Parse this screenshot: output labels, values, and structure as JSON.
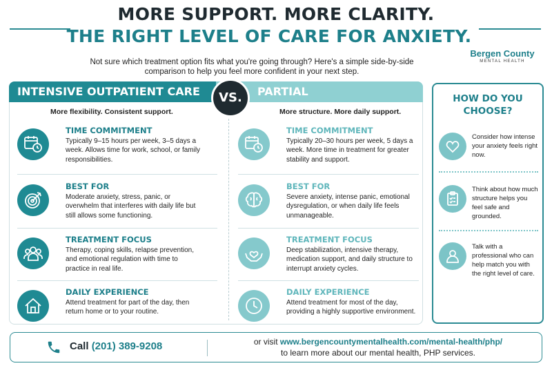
{
  "header": {
    "title_line1": "MORE SUPPORT. MORE CLARITY.",
    "title_line2": "THE RIGHT LEVEL OF CARE FOR ANXIETY.",
    "subtitle": "Not sure which treatment option fits what you're going through? Here's a simple side-by-side comparison to help you feel more confident in your next step."
  },
  "brand": {
    "name": "Bergen County",
    "tagline": "MENTAL HEALTH"
  },
  "comparison": {
    "vs_label": "VS.",
    "left": {
      "title": "INTENSIVE OUTPATIENT CARE",
      "tagline": "More flexibility. Consistent support.",
      "sections": [
        {
          "icon": "calendar-clock-icon",
          "heading": "TIME COMMITMENT",
          "text": "Typically 9–15 hours per week, 3–5 days a week. Allows time for work, school, or family responsibilities."
        },
        {
          "icon": "target-icon",
          "heading": "BEST FOR",
          "text": "Moderate anxiety, stress, panic, or overwhelm that interferes with daily life but still allows some functioning."
        },
        {
          "icon": "group-icon",
          "heading": "TREATMENT FOCUS",
          "text": "Therapy, coping skills, relapse prevention, and emotional regulation with time to practice in real life."
        },
        {
          "icon": "house-icon",
          "heading": "DAILY EXPERIENCE",
          "text": "Attend treatment for part of the day, then return home or to your routine."
        }
      ]
    },
    "right": {
      "title": "PARTIAL HOSPITALIZATION",
      "tagline": "More structure. More daily support.",
      "sections": [
        {
          "icon": "calendar-clock-icon",
          "heading": "TIME COMMITMENT",
          "text": "Typically 20–30 hours per week, 5 days a week. More time in treatment for greater stability and support."
        },
        {
          "icon": "brain-icon",
          "heading": "BEST FOR",
          "text": "Severe anxiety, intense panic, emotional dysregulation, or when daily life feels unmanageable."
        },
        {
          "icon": "hands-heart-icon",
          "heading": "TREATMENT FOCUS",
          "text": "Deep stabilization, intensive therapy, medication support, and daily structure to interrupt anxiety cycles."
        },
        {
          "icon": "clock-icon",
          "heading": "DAILY EXPERIENCE",
          "text": "Attend treatment for most of the day, providing a highly supportive environment."
        }
      ]
    }
  },
  "choose": {
    "title_line1": "HOW DO YOU",
    "title_line2": "CHOOSE?",
    "steps": [
      {
        "icon": "heart-icon",
        "text": "Consider how intense your anxiety feels right now."
      },
      {
        "icon": "clipboard-icon",
        "text": "Think about how much structure helps you feel safe and grounded."
      },
      {
        "icon": "person-icon",
        "text": "Talk with a professional who can help match you with the right level of care."
      }
    ]
  },
  "footer": {
    "call_label": "Call",
    "phone": "(201) 389-9208",
    "visit_prefix": "or visit",
    "url": "www.bergencountymentalhealth.com/mental-health/php/",
    "visit_suffix": "to learn more about our mental health, PHP services."
  },
  "colors": {
    "teal_dark": "#1f8a93",
    "teal_light": "#8fd0d2",
    "heading_teal": "#1d7f8a",
    "ink": "#1f2a30"
  }
}
